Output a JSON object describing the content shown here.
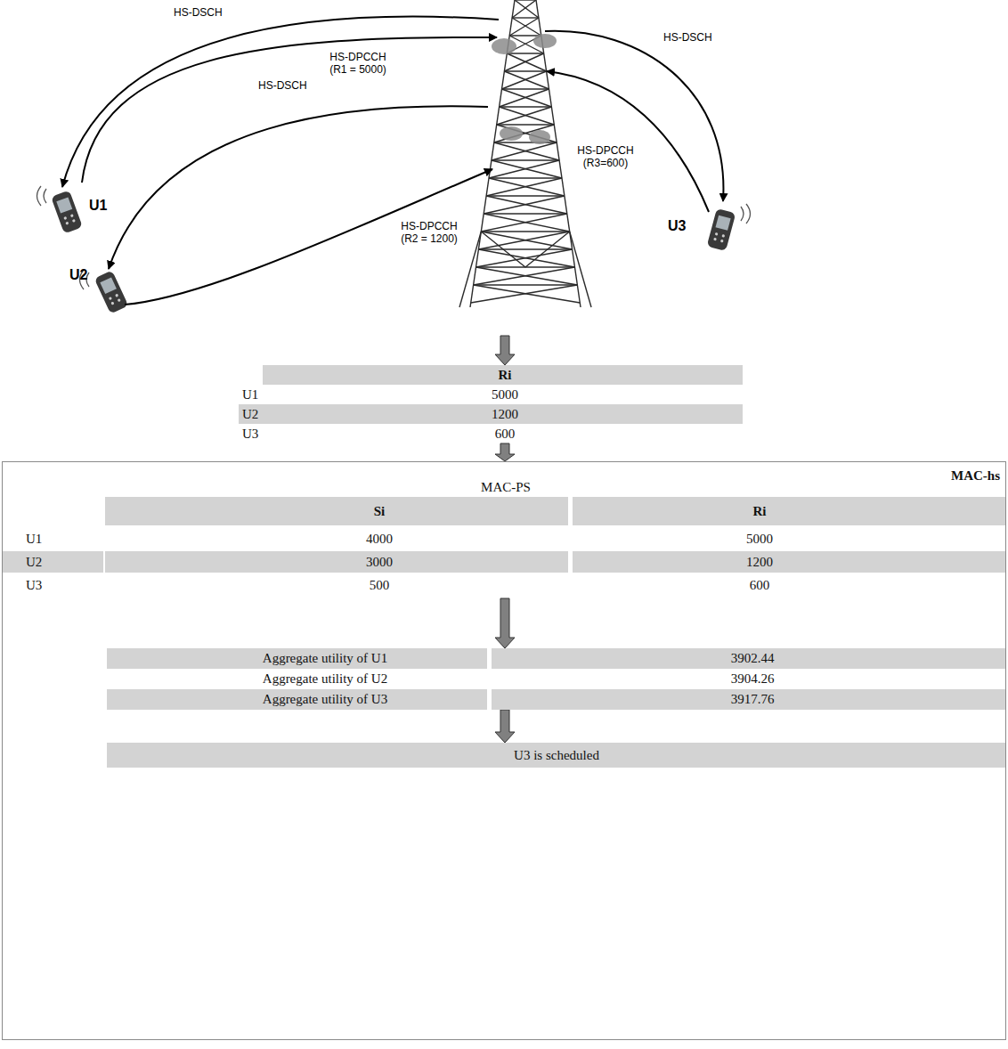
{
  "diagram": {
    "nodes": [
      {
        "text": [
          "HS-DPCCH (R3=600)",
          "U1",
          "HS-DPCCH (R2 = 1200)",
          "U3",
          "U2"
        ]
      },
      {
        "text": [
          "Ri",
          "U1",
          "5000",
          "U2",
          "1200",
          "U3",
          "600"
        ]
      },
      {
        "text": [
          "MAC-hs"
        ]
      },
      {
        "text": [
          "MAC-PS",
          "Si",
          "Ri",
          "U1",
          "4000",
          "5000",
          "U2",
          "3000",
          "1200",
          "U3",
          "500",
          "600"
        ],
        "in": 2
      },
      {
        "text": [
          "Aggregate utility of U1",
          "3902.44",
          "Aggregate utility of U2",
          "3904.26",
          "Aggregate utility of U3",
          "3917.76"
        ],
        "in": 2
      },
      {
        "text": [
          "U3 is scheduled"
        ],
        "in": 2
      }
    ],
    "edges": [
      {
        "from": 0,
        "to": 1,
        "arrow": "to"
      },
      {
        "from": 1,
        "to": 2,
        "arrow": "to"
      },
      {
        "from": 3,
        "to": 4,
        "arrow": "to"
      },
      {
        "from": 4,
        "to": 5,
        "arrow": "to"
      }
    ],
    "labels": [
      "HS-DSCH",
      "HS-DSCH",
      "HS-DPCCH (R1 = 5000)",
      "HS-DSCH"
    ]
  }
}
